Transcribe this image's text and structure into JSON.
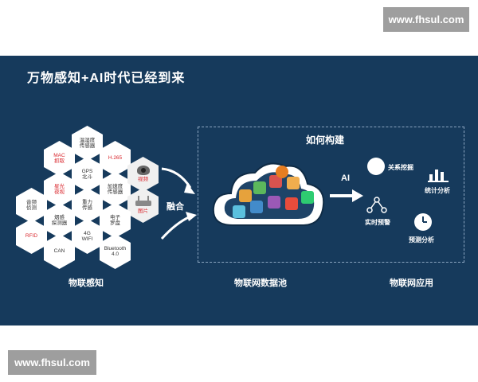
{
  "watermark_top": "www.fhsul.com",
  "watermark_bottom": "www.fhsul.com",
  "banner": {
    "title": "万物感知+AI时代已经到来",
    "hexes": [
      {
        "text": "温湿度\n传感器",
        "accent": false
      },
      {
        "text": "MAC\n抓取",
        "accent": true
      },
      {
        "text": "H.265",
        "accent": true
      },
      {
        "text": "GPS\n北斗",
        "accent": false
      },
      {
        "text": "星光\n夜视",
        "accent": true
      },
      {
        "text": "加速度\n传感器",
        "accent": false
      },
      {
        "text": "视频",
        "accent": true
      },
      {
        "text": "音频\n侦测",
        "accent": false
      },
      {
        "text": "重力\n传感",
        "accent": false
      },
      {
        "text": "图片",
        "accent": true
      },
      {
        "text": "RFID",
        "accent": true
      },
      {
        "text": "电子\n罗盘",
        "accent": false
      },
      {
        "text": "烟感\n探测器",
        "accent": false
      },
      {
        "text": "4G\nWIFI",
        "accent": false
      },
      {
        "text": "CAN",
        "accent": false
      },
      {
        "text": "Bluetooth\n4.0",
        "accent": false
      }
    ],
    "fusion_label": "融合",
    "build_label": "如何构建",
    "ai_label": "AI",
    "apps": {
      "relation": "关系挖掘",
      "statistics": "统计分析",
      "realtime": "实时预警",
      "predict": "预测分析"
    },
    "sections": {
      "sensing": "物联感知",
      "datapool": "物联网数据池",
      "application": "物联网应用"
    }
  }
}
